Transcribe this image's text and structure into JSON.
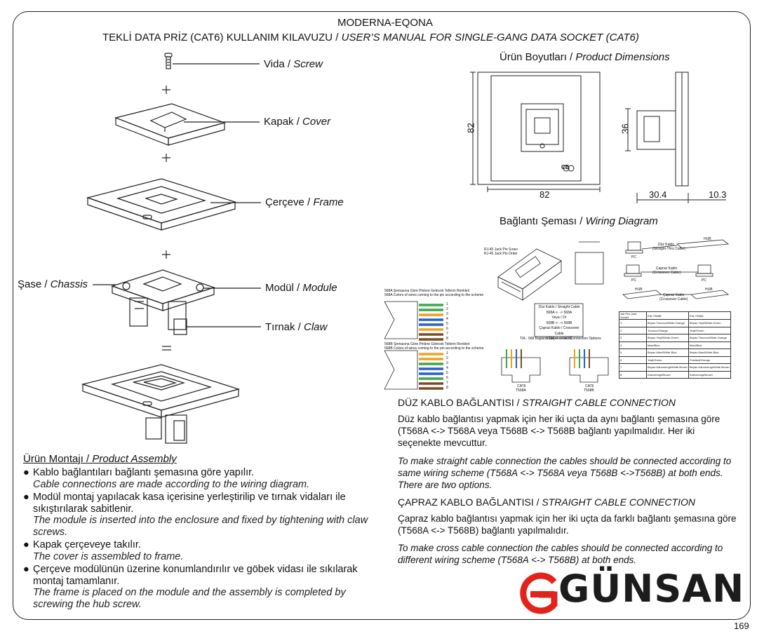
{
  "header": {
    "brand_line": "MODERNA-EQONA",
    "manual_tr": "TEKLİ DATA PRİZ (CAT6) KULLANIM KILAVUZU / ",
    "manual_en": "USER’S MANUAL FOR SINGLE-GANG DATA SOCKET (CAT6)"
  },
  "parts": {
    "screw_tr": "Vida / ",
    "screw_en": "Screw",
    "cover_tr": "Kapak / ",
    "cover_en": "Cover",
    "frame_tr": "Çerçeve / ",
    "frame_en": "Frame",
    "chassis_tr": "Şase / ",
    "chassis_en": "Chassis",
    "module_tr": "Modül / ",
    "module_en": "Module",
    "claw_tr": "Tırnak / ",
    "claw_en": "Claw",
    "plus": "+",
    "equals": "="
  },
  "dimensions": {
    "title_tr": "Ürün Boyutları / ",
    "title_en": "Product Dimensions",
    "height": "82",
    "width": "82",
    "side_height": "36",
    "depth1": "30.4",
    "depth2": "10.3",
    "ce_mark": "CE"
  },
  "wiring": {
    "title_tr": "Bağlantı Şeması / ",
    "title_en": "Wiring Diagram",
    "pin_sirasi": "RJ-45 Jack Pin Sırası",
    "pin_order": "RJ-45 Jack Pin Order",
    "t568a_tr": "568A Şemasına Göre Pinlere Gelecek Tellerin Renkleri",
    "t568a_en": "568A Colors of wires coming to the pin according to the scheme",
    "t568b_tr": "568B Şemasına Göre Pinlere Gelecek Tellerin Renkleri",
    "t568b_en": "568B Colors of wires coming to the pin according to the scheme",
    "pins": [
      "1",
      "2",
      "3",
      "4",
      "5",
      "6",
      "7",
      "8"
    ],
    "box_lines": [
      "Düz Kablo / Straight Cable",
      "568A <- -> 568A",
      "Veya / Or",
      "568B <- -> 568B",
      "Çapraz Kablo / Crossover Cable",
      "568A <- -> 568B"
    ],
    "tia_title": "TIA - 568 Bağlantı Seçenekleri / Connection Options",
    "cat6_a": "CAT6",
    "t568a_label": "T568A",
    "cat6_b": "CAT6",
    "t568b_label": "T568B",
    "duz_kablo": "Düz Kablo",
    "straight_thru": "(Straight-Thru Cable)",
    "capraz_kablo": "Çapraz Kablo",
    "crossover": "(Crossover Cable)",
    "capraz_kablo2": "Çapraz Kablo",
    "crossover2": "(Crossover Cable)",
    "hub": "HUB",
    "hub2": "HUB",
    "hub3": "HUB",
    "pc": "PC",
    "pc2": "PC",
    "pc3": "PC",
    "table_head": [
      "Jak Priz Jack Socket",
      "EIA-T568B",
      "EIA-T568A"
    ],
    "table_rows": [
      [
        "1",
        "Beyaz-Turuncu/White-Orange",
        "Beyaz-Yeşil/White-Green"
      ],
      [
        "2",
        "Turuncu/Orange",
        "Yeşil/Green"
      ],
      [
        "3",
        "Beyaz-Yeşil/White-Green",
        "Beyaz-Turuncu/White-Orange"
      ],
      [
        "4",
        "Mavi/Blue",
        "Mavi/Blue"
      ],
      [
        "5",
        "Beyaz-Mavi/White-Blue",
        "Beyaz-Mavi/White-Blue"
      ],
      [
        "6",
        "Yeşil/Green",
        "Portakal/Orange"
      ],
      [
        "7",
        "Beyaz-Kahverengi/White-Brown",
        "Beyaz-Kahverengi/White-Brown"
      ],
      [
        "8",
        "Kahverengi/Brown",
        "Kahverengi/Brown"
      ]
    ]
  },
  "straight": {
    "title_tr": "DÜZ KABLO BAĞLANTISI / ",
    "title_en": "STRAIGHT CABLE CONNECTION",
    "body_tr": "Düz kablo bağlantısı yapmak için her iki uçta da aynı bağlantı şemasına göre (T568A <-> T568A veya T568B <-> T568B bağlantı yapılmalıdır. Her iki seçenekte mevcuttur.",
    "body_en": "To make straight cable connection the cables should be connected according to same wiring scheme (T568A <-> T568A veya T568B <->T568B) at both ends. There are two options."
  },
  "cross": {
    "title_tr": "ÇAPRAZ KABLO BAĞLANTISI / ",
    "title_en": "STRAIGHT CABLE CONNECTION",
    "body_tr": "Çapraz kablo bağlantısı yapmak için her iki uçta da farklı bağlantı şemasına göre (T568A <-> T568B) bağlantı yapılmalıdır.",
    "body_en": "To make cross cable connection the cables should be connected according to different wiring scheme (T568A <-> T568B) at both ends."
  },
  "assembly": {
    "title_tr": "Ürün Montajı / ",
    "title_en": "Product Assembly",
    "items": [
      {
        "tr": "Kablo bağlantıları bağlantı şemasına göre yapılır.",
        "en": "Cable connections are made according to the wiring diagram."
      },
      {
        "tr": "Modül montaj yapılacak kasa içerisine yerleştirilip ve tırnak vidaları ile sıkıştırılarak sabitlenir.",
        "en": "The module is inserted into the enclosure and fixed by tightening with claw screws."
      },
      {
        "tr": "Kapak çerçeveye takılır.",
        "en": "The cover is assembled to frame."
      },
      {
        "tr": "Çerçeve modülünün üzerine konumlandırılır ve göbek vidası ile sıkılarak montaj tamamlanır.",
        "en": "The frame is placed on the module and the assembly is completed by screwing the hub screw."
      }
    ]
  },
  "logo": {
    "text": "GÜNSAN"
  },
  "page_number": "169",
  "colors": {
    "logo_red": "#e2231a",
    "text": "#111111"
  }
}
